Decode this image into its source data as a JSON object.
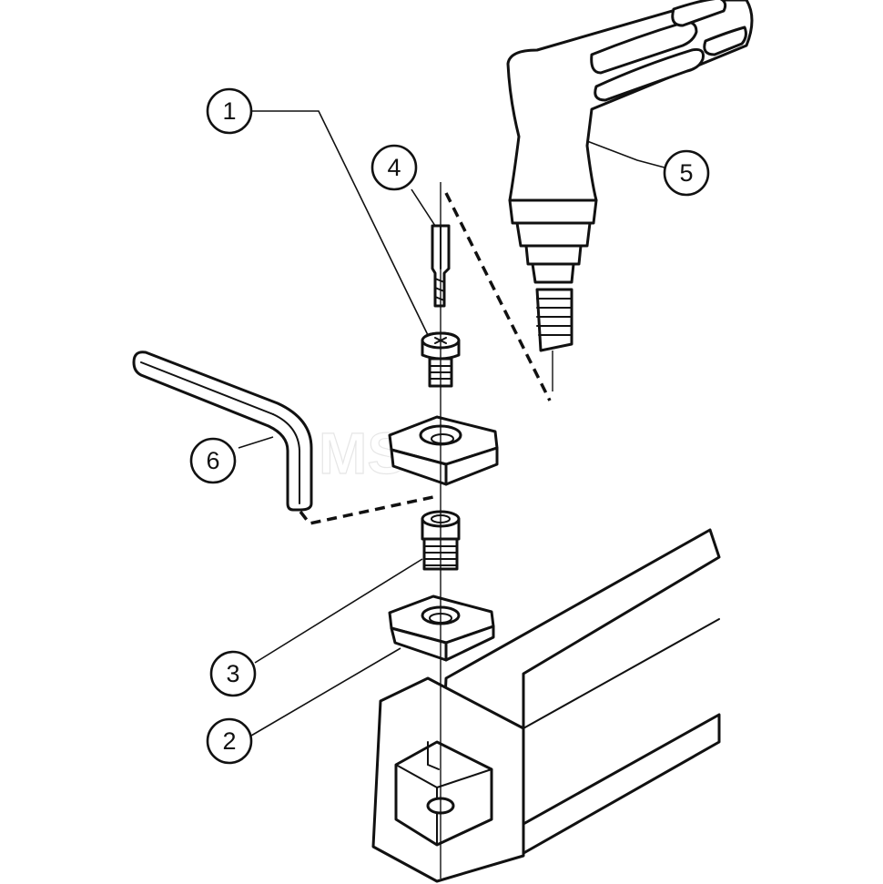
{
  "callouts": [
    {
      "id": "1",
      "label": "1"
    },
    {
      "id": "2",
      "label": "2"
    },
    {
      "id": "3",
      "label": "3"
    },
    {
      "id": "4",
      "label": "4"
    },
    {
      "id": "5",
      "label": "5"
    },
    {
      "id": "6",
      "label": "6"
    }
  ],
  "watermark": "MSC",
  "colors": {
    "line": "#111111",
    "background": "#ffffff"
  }
}
